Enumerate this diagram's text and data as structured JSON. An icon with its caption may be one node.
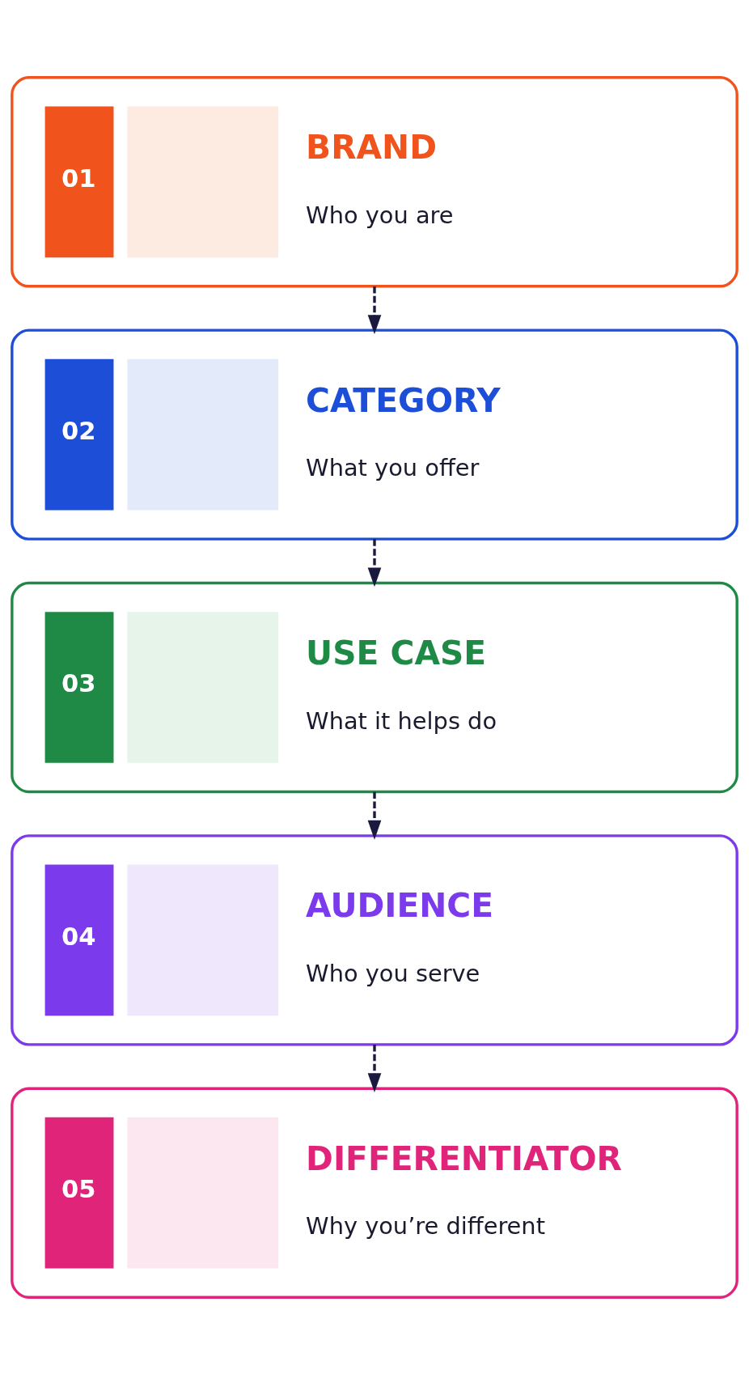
{
  "diagram": {
    "nodes": [
      {
        "text": [
          "01",
          "BRAND",
          "Who you are"
        ]
      },
      {
        "text": [
          "02",
          "CATEGORY",
          "What you offer"
        ]
      },
      {
        "text": [
          "03",
          "USE CASE",
          "What it helps do"
        ]
      },
      {
        "text": [
          "04",
          "AUDIENCE",
          "Who you serve"
        ]
      },
      {
        "text": [
          "05",
          "DIFFERENTIATOR",
          "Why you’re different"
        ]
      }
    ],
    "edges": [
      {
        "from": 0,
        "to": 1,
        "arrow": "to",
        "style": "dashed"
      },
      {
        "from": 1,
        "to": 2,
        "arrow": "to",
        "style": "dashed"
      },
      {
        "from": 2,
        "to": 3,
        "arrow": "to",
        "style": "dashed"
      },
      {
        "from": 3,
        "to": 4,
        "arrow": "to",
        "style": "dashed"
      }
    ]
  }
}
